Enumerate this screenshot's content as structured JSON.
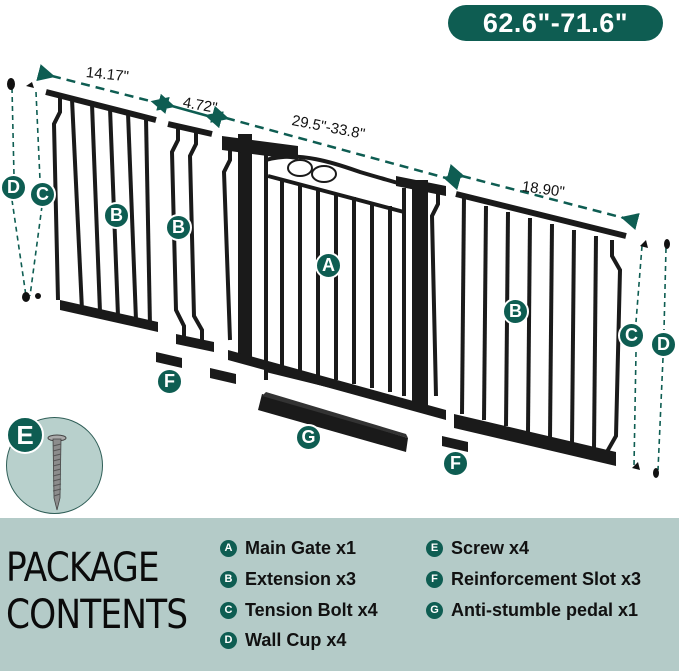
{
  "header": {
    "total_width_range": "62.6\"-71.6\""
  },
  "diagram": {
    "dimensions": {
      "extension_large_left": "14.17\"",
      "extension_small": "4.72\"",
      "main_gate": "29.5\"-33.8\"",
      "extension_right": "18.90\""
    },
    "labels": {
      "main_gate": "A",
      "extension_left_large": "B",
      "extension_left_small": "B",
      "extension_right": "B",
      "tension_bolt_left": "C",
      "tension_bolt_right": "C",
      "wall_cup_left": "D",
      "wall_cup_right": "D",
      "screw": "E",
      "reinforcement_slot_left": "F",
      "reinforcement_slot_right": "F",
      "pedal": "G"
    }
  },
  "package": {
    "title_line1": "PACKAGE",
    "title_line2": "CONTENTS",
    "items": [
      {
        "letter": "A",
        "label": "Main Gate x1"
      },
      {
        "letter": "B",
        "label": "Extension x3"
      },
      {
        "letter": "C",
        "label": "Tension Bolt x4"
      },
      {
        "letter": "D",
        "label": "Wall Cup x4"
      },
      {
        "letter": "E",
        "label": "Screw x4"
      },
      {
        "letter": "F",
        "label": "Reinforcement Slot x3"
      },
      {
        "letter": "G",
        "label": "Anti-stumble pedal x1"
      }
    ]
  },
  "colors": {
    "accent": "#0e5d52",
    "panel_bg": "#b4cbc8",
    "gate_metal": "#1a1a1a"
  }
}
